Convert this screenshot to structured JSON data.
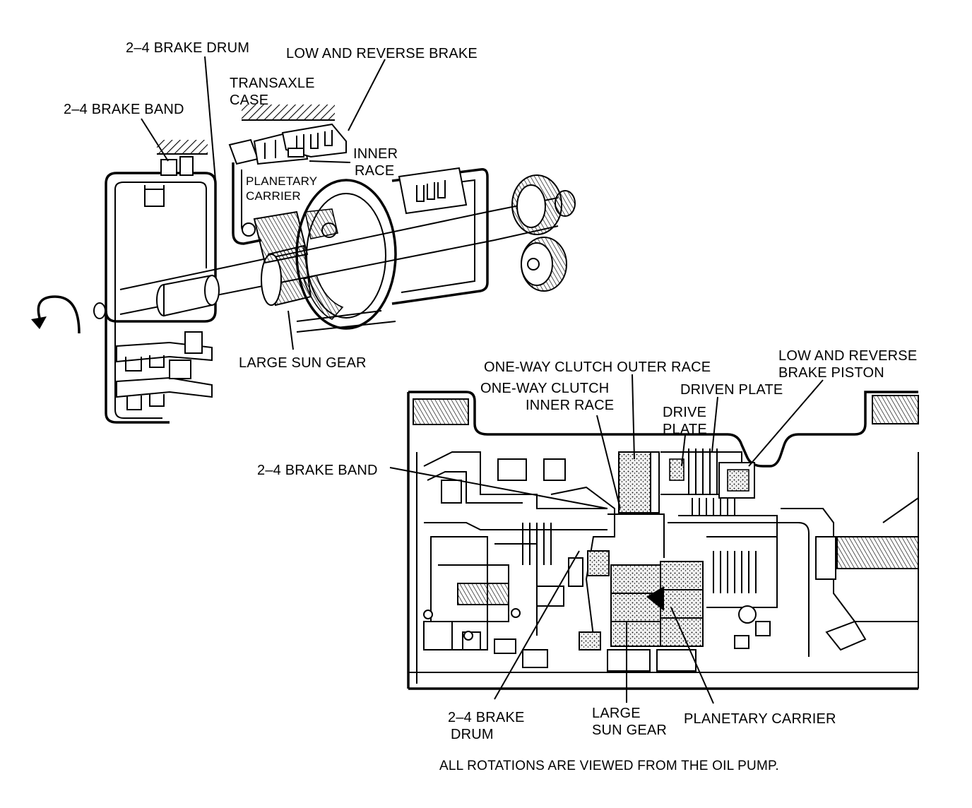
{
  "top_view": {
    "labels": {
      "brake_drum": "2–4 BRAKE DRUM",
      "low_reverse_brake": "LOW AND REVERSE BRAKE",
      "transaxle_case_1": "TRANSAXLE",
      "transaxle_case_2": "CASE",
      "brake_band": "2–4 BRAKE BAND",
      "inner_race_1": "INNER",
      "inner_race_2": "RACE",
      "planetary_carrier_1": "PLANETARY",
      "planetary_carrier_2": "CARRIER",
      "large_sun_gear": "LARGE SUN GEAR"
    }
  },
  "section_view": {
    "labels": {
      "ow_outer_race": "ONE-WAY CLUTCH OUTER RACE",
      "ow_inner_race_1": "ONE-WAY CLUTCH",
      "ow_inner_race_2": "INNER RACE",
      "lr_piston_1": "LOW AND REVERSE",
      "lr_piston_2": "BRAKE PISTON",
      "driven_plate": "DRIVEN PLATE",
      "drive_plate_1": "DRIVE",
      "drive_plate_2": "PLATE",
      "brake_band": "2–4 BRAKE BAND",
      "brake_drum_1": "2–4 BRAKE",
      "brake_drum_2": "DRUM",
      "large_sun_gear_1": "LARGE",
      "large_sun_gear_2": "SUN GEAR",
      "planetary_carrier": "PLANETARY CARRIER"
    }
  },
  "footnote": "ALL ROTATIONS ARE VIEWED FROM THE OIL PUMP.",
  "colors": {
    "ink": "#000000",
    "paper": "#ffffff"
  }
}
